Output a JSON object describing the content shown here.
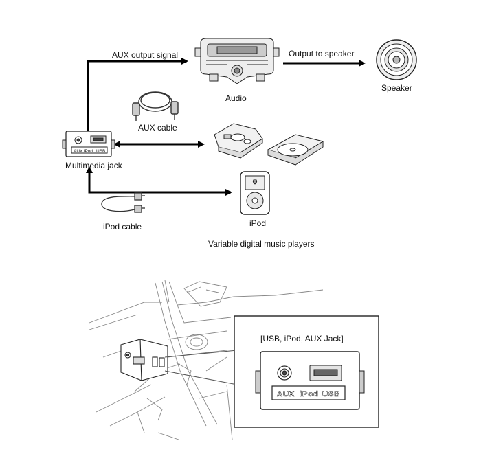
{
  "diagram": {
    "labels": {
      "aux_output_signal": "AUX output signal",
      "output_to_speaker": "Output to speaker",
      "audio": "Audio",
      "speaker": "Speaker",
      "aux_cable": "AUX cable",
      "multimedia_jack": "Multimedia jack",
      "ipod_cable": "iPod cable",
      "ipod": "iPod",
      "variable_players": "Variable digital music players",
      "jack_callout_title": "[USB, iPod, AUX Jack]"
    },
    "jack_markings": {
      "aux": "AUX",
      "ipod": "iPod",
      "usb": "USB"
    }
  }
}
